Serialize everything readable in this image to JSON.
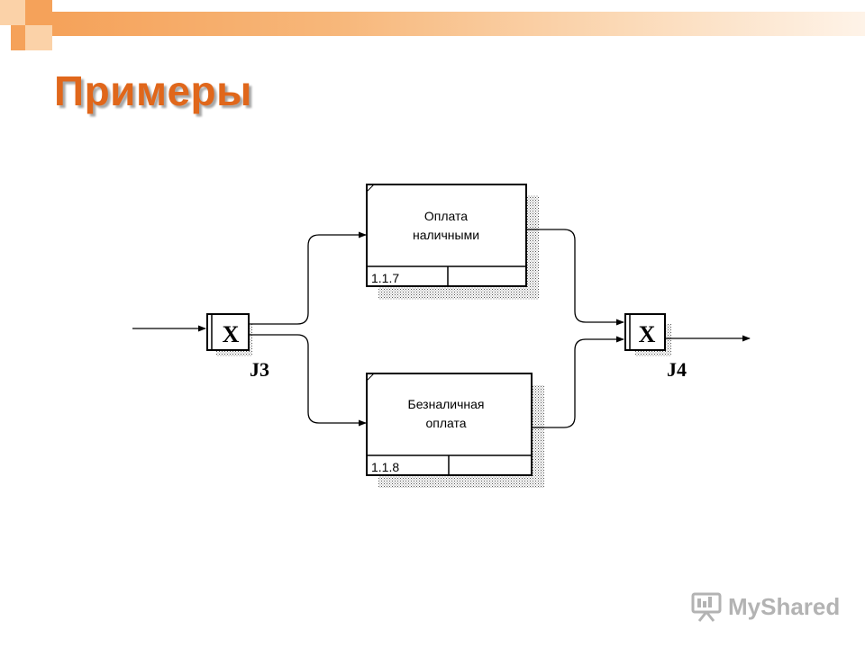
{
  "slide": {
    "title": "Примеры",
    "accent_color": "#e0671b",
    "bar_color": "#f5a25a"
  },
  "diagram": {
    "activities": [
      {
        "line1": "Оплата",
        "line2": "наличными",
        "number": "1.1.7"
      },
      {
        "line1": "Безналичная",
        "line2": "оплата",
        "number": "1.1.8"
      }
    ],
    "junctions": [
      {
        "symbol": "X",
        "label": "J3"
      },
      {
        "symbol": "X",
        "label": "J4"
      }
    ]
  },
  "watermark": {
    "text": "MyShared",
    "icon": "presentation-icon"
  }
}
